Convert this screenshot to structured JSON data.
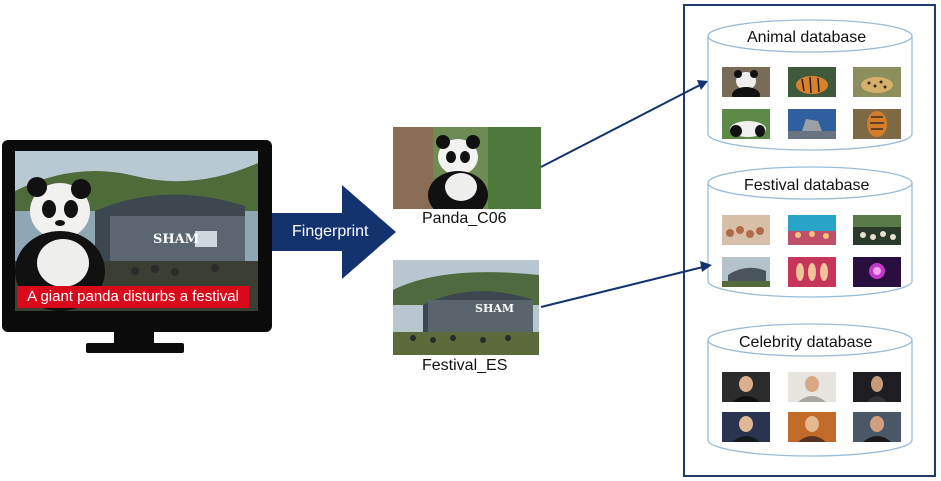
{
  "monitor": {
    "caption": "A giant panda disturbs a festival",
    "stage_sign": "SHAM"
  },
  "arrow": {
    "label": "Fingerprint"
  },
  "fingerprints": [
    {
      "label": "Panda_C06"
    },
    {
      "label": "Festival_ES",
      "stage_sign": "SHAM"
    }
  ],
  "databases": [
    {
      "title": "Animal database",
      "thumbs": [
        "panda",
        "tiger",
        "leopard",
        "panda-lying",
        "wolf",
        "tiger-walking"
      ]
    },
    {
      "title": "Festival database",
      "thumbs": [
        "crowd",
        "stage-crowd",
        "crowd-trees",
        "festival-stage",
        "dancers",
        "concert-lights"
      ]
    },
    {
      "title": "Celebrity database",
      "thumbs": [
        "portrait",
        "portrait",
        "portrait",
        "portrait",
        "portrait",
        "portrait"
      ]
    }
  ],
  "colors": {
    "arrow_fill": "#14326e",
    "panel_border": "#1f3a6e",
    "caption_bg": "#d9091b",
    "cylinder_stroke": "#9bbcd6"
  }
}
